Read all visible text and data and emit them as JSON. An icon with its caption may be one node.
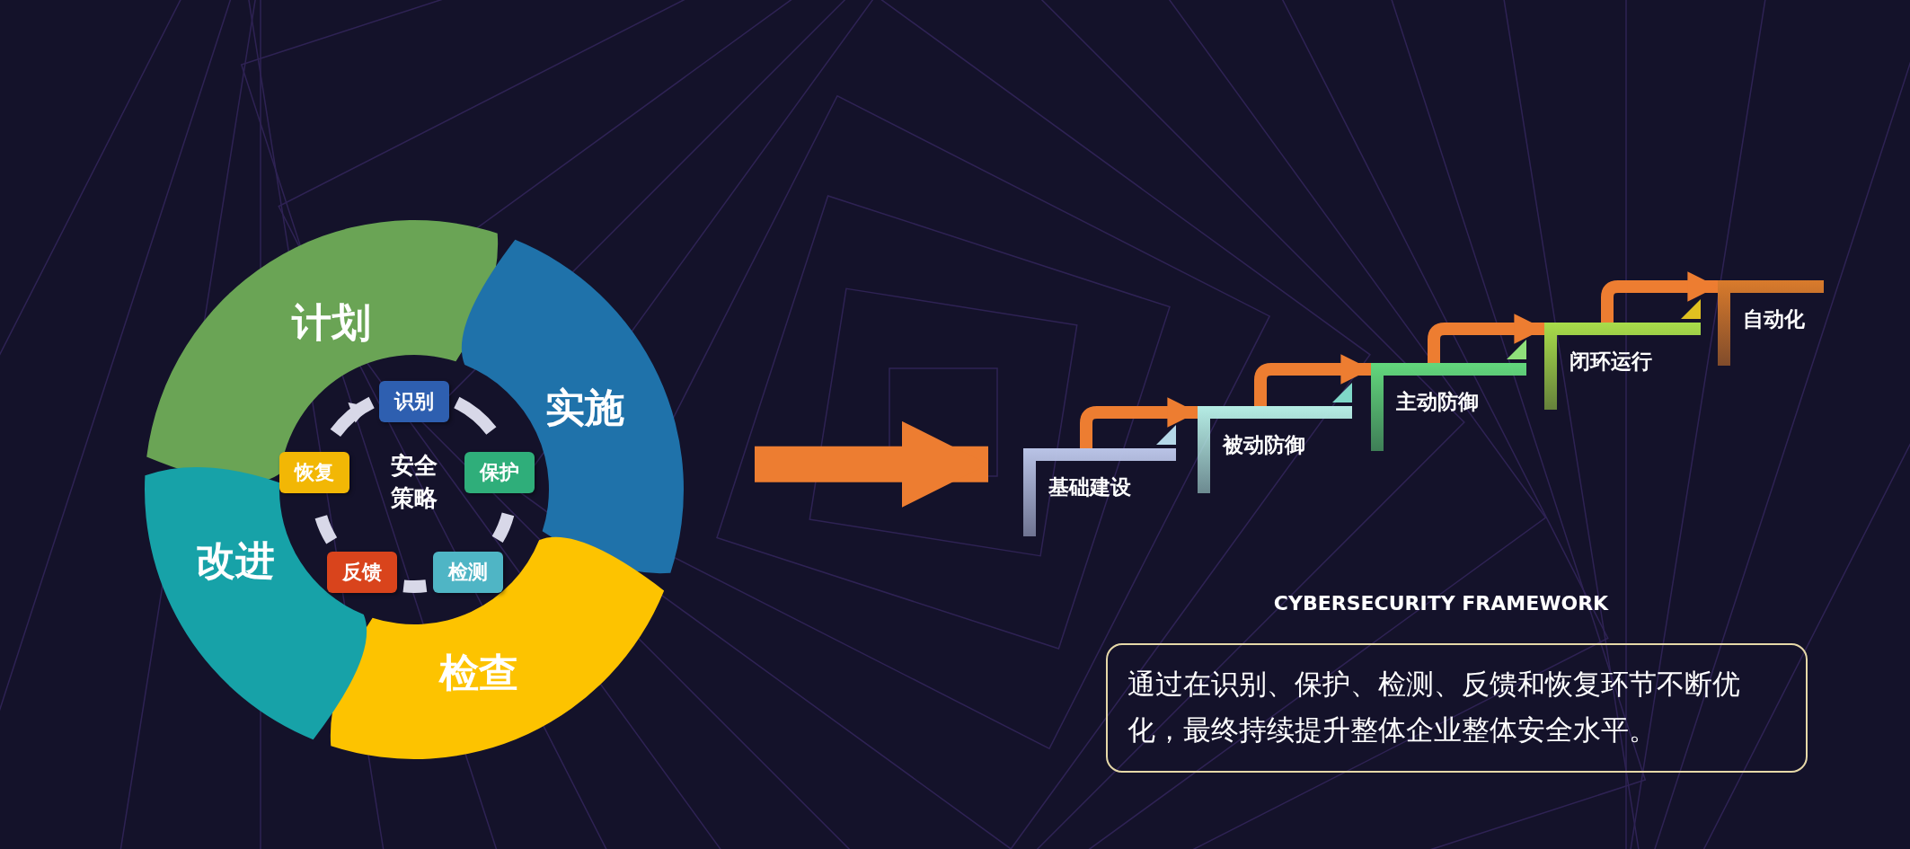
{
  "diagram": {
    "nodes": [
      {
        "text": [
          "计划"
        ]
      },
      {
        "text": [
          "实施"
        ]
      },
      {
        "text": [
          "检查"
        ]
      },
      {
        "text": [
          "改进"
        ]
      },
      {
        "text": [
          "安全策略"
        ]
      },
      {
        "text": [
          "识别"
        ]
      },
      {
        "text": [
          "保护"
        ]
      },
      {
        "text": [
          "检测"
        ]
      },
      {
        "text": [
          "反馈"
        ]
      },
      {
        "text": [
          "恢复"
        ]
      },
      {
        "text": [
          "基础建设"
        ]
      },
      {
        "text": [
          "被动防御"
        ]
      },
      {
        "text": [
          "主动防御"
        ]
      },
      {
        "text": [
          "闭环运行"
        ]
      },
      {
        "text": [
          "自动化"
        ]
      },
      {
        "text": [
          "通过在识别、保护、检测、反馈和恢复环节不断优化，最终持续提升整体企业整体安全水平。"
        ]
      }
    ],
    "edges": [
      {
        "from": null,
        "to": 10,
        "arrow": "to",
        "style": "thick"
      },
      {
        "from": 10,
        "to": 11,
        "arrow": "to"
      },
      {
        "from": 11,
        "to": 12,
        "arrow": "to"
      },
      {
        "from": 12,
        "to": 13,
        "arrow": "to"
      },
      {
        "from": 13,
        "to": 14,
        "arrow": "to"
      }
    ],
    "labels": [
      "CYBERSECURITY FRAMEWORK"
    ]
  }
}
